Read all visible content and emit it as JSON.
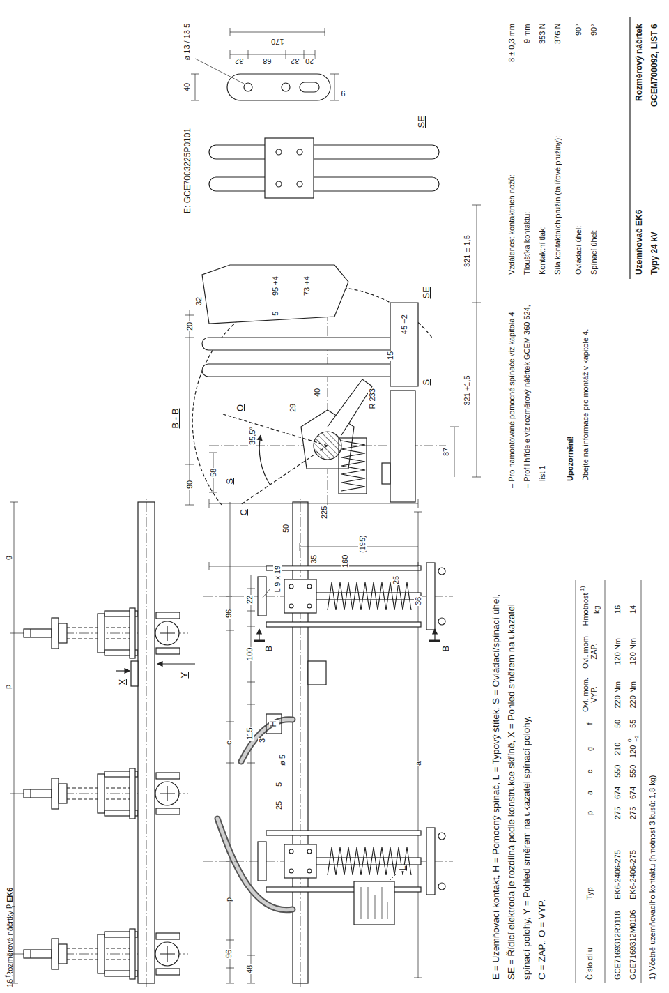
{
  "diagram": {
    "labels": [
      "16 Rozměrové náčrtky",
      "EK6",
      "f",
      "p",
      "p",
      "g",
      "X",
      "Y",
      "96",
      "p",
      "48",
      "c",
      "115",
      "96",
      "100",
      "22",
      "3",
      "H",
      "ø 5",
      "5",
      "25",
      "B",
      "L 9 x 19",
      "L",
      "a",
      "B",
      "36",
      "25",
      "35",
      "50",
      "160",
      "(195)",
      "225",
      "90",
      "58",
      "S",
      "C",
      "B - B",
      "O",
      "35,5°",
      "20",
      "29",
      "40",
      "R 233",
      "15",
      "45 +2",
      "S",
      "SE",
      "87",
      "321 +1,5",
      "95 +4",
      "73 +4",
      "E: GCE7003225P0101",
      "40",
      "ø 13 / 13,5",
      "170",
      "32",
      "68",
      "32",
      "20",
      "9",
      "32",
      "5",
      "SE",
      "321 ± 1,5",
      "E = Uzemňovací kontakt, H = Pomocný spínač, L = Typový štítek, S = Ovládací/spínací úhel,",
      "SE = Řídicí elektroda je rozdílná podle konstrukce skříně, X = Pohled směrem na ukazatel",
      "spínací polohy, Y = Pohled směrem na ukazatel spínací polohy,",
      "C = ZAP., O = VYP.",
      "– Pro namontované pomocné spínače viz kapitola 4",
      "– Profil hřídele viz rozměrový náčrtek GCEM 360 524,",
      "list 1",
      "Upozornění!",
      "Dbejte na informace pro montáž v kapitole 4.",
      "Vzdálenost kontaktních nožů:",
      "8 ± 0,3 mm",
      "Tloušťka kontaktu:",
      "9 mm",
      "Kontaktní tlak:",
      "353 N",
      "Síla kontaktních pružin (talířové pružiny):",
      "376 N",
      "Ovládací úhel:",
      "90°",
      "Spínací úhel:",
      "90°",
      "Číslo dílu",
      "Typ",
      "p",
      "a",
      "c",
      "g",
      "f",
      "Ovl. mom. VYP.",
      "Ovl. mom. ZAP.",
      "Hmotnost",
      "1)",
      "kg",
      "GCE7169312R0118",
      "EK6-2406-275",
      "275",
      "674",
      "550",
      "210",
      "50",
      "220 Nm",
      "120 Nm",
      "16",
      "GCE7169312M0106",
      "EK6-2406-275",
      "275",
      "674",
      "550",
      "120",
      "0",
      "−2",
      "55",
      "220 Nm",
      "120 Nm",
      "14",
      "1) Včetně uzemňovacího kontaktu (hmotnost 3 kusů: 1,8 kg)",
      "Uzemňovač EK6",
      "Typy 24 kV",
      "Rozměrový náčrtek",
      "GCEM700092, LIST 6"
    ]
  }
}
